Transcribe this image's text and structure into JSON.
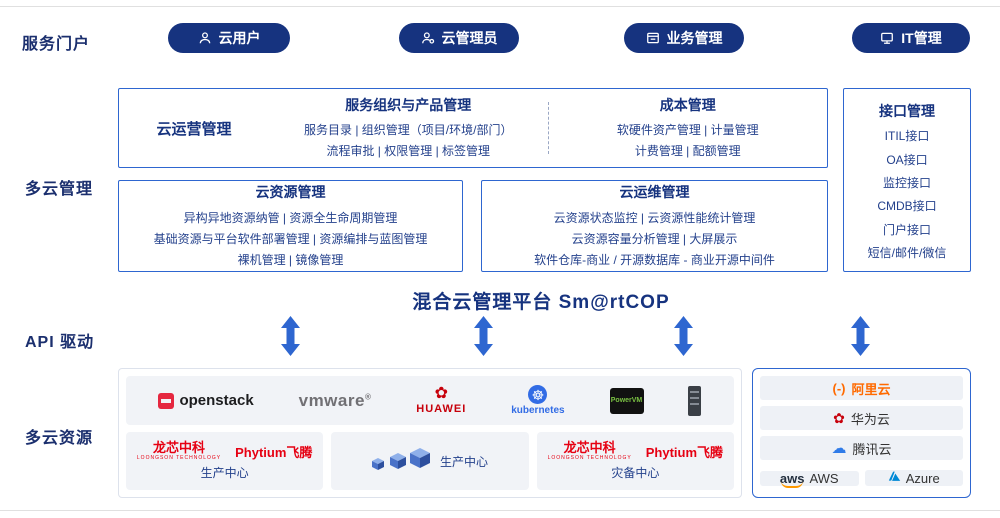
{
  "labels": {
    "portal": "服务门户",
    "management": "多云管理",
    "api": "API 驱动",
    "resources": "多云资源"
  },
  "portal": {
    "buttons": [
      {
        "label": "云用户",
        "icon": "user-icon"
      },
      {
        "label": "云管理员",
        "icon": "admin-user-icon"
      },
      {
        "label": "业务管理",
        "icon": "business-window-icon"
      },
      {
        "label": "IT管理",
        "icon": "it-monitor-icon"
      }
    ]
  },
  "management": {
    "operations": {
      "title": "云运营管理",
      "service_org": {
        "title": "服务组织与产品管理",
        "line1": "服务目录 | 组织管理（项目/环境/部门）",
        "line2": "流程审批 | 权限管理 | 标签管理"
      },
      "cost": {
        "title": "成本管理",
        "line1": "软硬件资产管理 | 计量管理",
        "line2": "计费管理 | 配额管理"
      }
    },
    "resource": {
      "title": "云资源管理",
      "lines": [
        "异构异地资源纳管 | 资源全生命周期管理",
        "基础资源与平台软件部署管理 | 资源编排与蓝图管理",
        "裸机管理 | 镜像管理"
      ]
    },
    "ops": {
      "title": "云运维管理",
      "lines": [
        "云资源状态监控 | 云资源性能统计管理",
        "云资源容量分析管理 | 大屏展示",
        "软件仓库-商业 / 开源数据库 - 商业开源中间件"
      ]
    },
    "interface": {
      "title": "接口管理",
      "items": [
        "ITIL接口",
        "OA接口",
        "监控接口",
        "CMDB接口",
        "门户接口",
        "短信/邮件/微信"
      ]
    },
    "platform_title": "混合云管理平台 Sm@rtCOP"
  },
  "resources": {
    "tech": {
      "openstack": "openstack",
      "vmware": "vmware",
      "huawei": "HUAWEI",
      "kubernetes": "kubernetes",
      "powervm": "PowerVM"
    },
    "brands": {
      "loongson": "龙芯中科",
      "loongson_sub": "LOONGSON TECHNOLOGY",
      "phytium": "Phytium飞腾"
    },
    "centers": [
      {
        "label": "生产中心"
      },
      {
        "label": "生产中心"
      },
      {
        "label": "灾备中心"
      }
    ],
    "clouds": {
      "aliyun_icon": "(-)",
      "aliyun": "阿里云",
      "huawei": "华为云",
      "tencent": "腾讯云",
      "aws_logo": "aws",
      "aws": "AWS",
      "azure": "Azure"
    }
  },
  "colors": {
    "navy": "#16337f",
    "border_blue": "#2e66d0",
    "arrow_blue": "#2e66d0",
    "huawei_red": "#c7000b",
    "loongson_red": "#e60012",
    "aliyun_orange": "#ff6a00",
    "aws_orange": "#ff9900",
    "azure_blue": "#0089d6",
    "k8s_blue": "#326ce5"
  }
}
